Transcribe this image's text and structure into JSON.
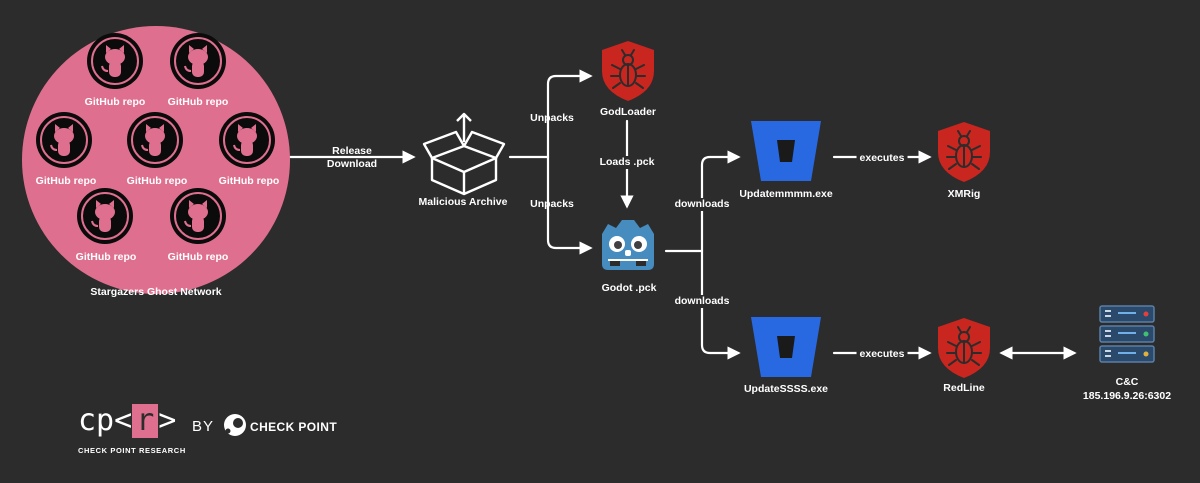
{
  "network": {
    "repo_label": "GitHub repo",
    "title": "Stargazers Ghost Network",
    "colors": {
      "circle": "#df6f8f",
      "repo_icon_bg": "#0b0b0b"
    }
  },
  "edges": {
    "release_download": "Release\nDownload",
    "unpacks_top": "Unpacks",
    "unpacks_bottom": "Unpacks",
    "loads_pck": "Loads .pck",
    "downloads_top": "downloads",
    "downloads_bottom": "downloads",
    "executes_top": "executes",
    "executes_bottom": "executes"
  },
  "nodes": {
    "archive": "Malicious Archive",
    "godloader": "GodLoader",
    "godot": "Godot .pck",
    "update1": "Updatemmmm.exe",
    "update2": "UpdateSSSS.exe",
    "xmrig": "XMRig",
    "redline": "RedLine",
    "cc_title": "C&C",
    "cc_address": "185.196.9.26:6302"
  },
  "icons": {
    "malware": "bug-shield-icon",
    "bucket": "bitbucket-icon",
    "godot": "godot-icon",
    "server": "server-icon",
    "box": "open-box-icon"
  },
  "colors": {
    "background": "#2c2c2c",
    "shield_red": "#c8261e",
    "bucket_blue": "#2868e0",
    "godot_blue": "#478cbf"
  },
  "branding": {
    "cpr_left": "cp",
    "cpr_letter": "r",
    "cpr_sub": "CHECK POINT RESEARCH",
    "by": "BY",
    "checkpoint": "CHECK POINT"
  }
}
